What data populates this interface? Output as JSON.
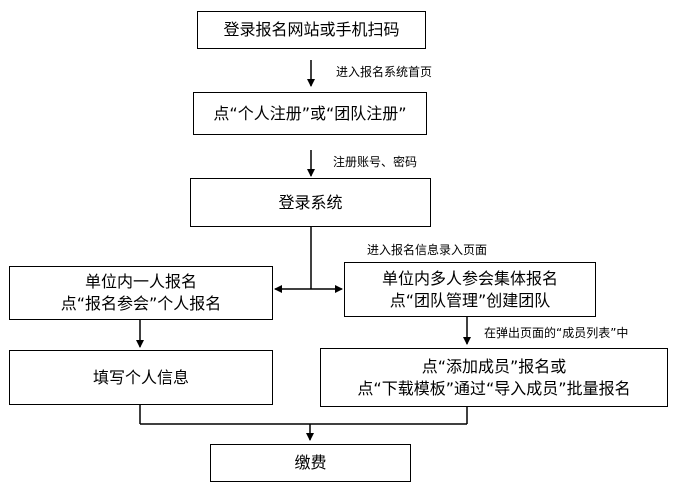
{
  "nodes": {
    "login_site": "登录报名网站或手机扫码",
    "register_choice": "点“个人注册”或“团队注册”",
    "login_system": "登录系统",
    "individual_line1": "单位内一人报名",
    "individual_line2": "点“报名参会”个人报名",
    "team_line1": "单位内多人参会集体报名",
    "team_line2": "点“团队管理”创建团队",
    "fill_info": "填写个人信息",
    "add_member_line1": "点“添加成员”报名或",
    "add_member_line2": "点“下载模板”通过“导入成员”批量报名",
    "payment": "缴费"
  },
  "labels": {
    "enter_register_home": "进入报名系统首页",
    "register_account": "注册账号、密码",
    "enter_info_page": "进入报名信息录入页面",
    "member_list_popup": "在弹出页面的“成员列表”中"
  },
  "colors": {
    "stroke": "#000000",
    "background": "#ffffff"
  }
}
